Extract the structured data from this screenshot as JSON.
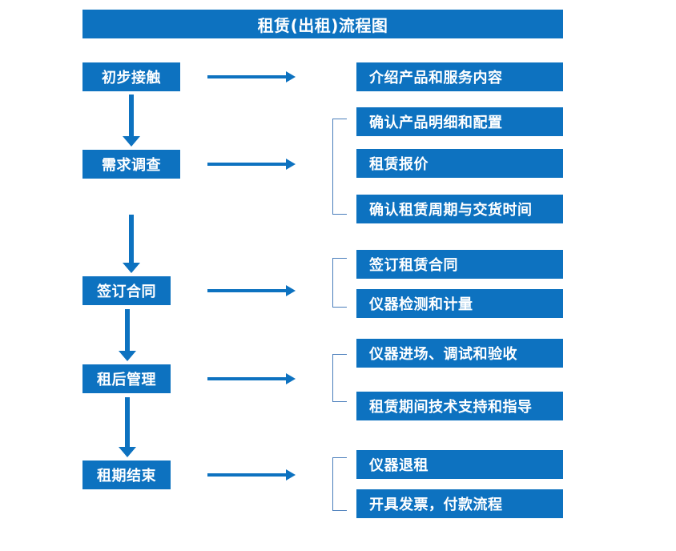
{
  "diagram": {
    "title": "租赁(出租)流程图",
    "colors": {
      "box_fill": "#0d72c0",
      "box_text": "#ffffff",
      "arrow": "#0d72c0",
      "bracket": "#4a7ebb",
      "background": "#ffffff"
    },
    "stages": [
      {
        "id": "stage-1",
        "label": "初步接触"
      },
      {
        "id": "stage-2",
        "label": "需求调查"
      },
      {
        "id": "stage-3",
        "label": "签订合同"
      },
      {
        "id": "stage-4",
        "label": "租后管理"
      },
      {
        "id": "stage-5",
        "label": "租期结束"
      }
    ],
    "groups": [
      {
        "id": "group-1",
        "stage": "初步接触",
        "bracketed": false,
        "items": [
          {
            "label": "介绍产品和服务内容"
          }
        ]
      },
      {
        "id": "group-2",
        "stage": "需求调查",
        "bracketed": true,
        "items": [
          {
            "label": "确认产品明细和配置"
          },
          {
            "label": "租赁报价"
          },
          {
            "label": "确认租赁周期与交货时间"
          }
        ]
      },
      {
        "id": "group-3",
        "stage": "签订合同",
        "bracketed": true,
        "items": [
          {
            "label": "签订租赁合同"
          },
          {
            "label": "仪器检测和计量"
          }
        ]
      },
      {
        "id": "group-4",
        "stage": "租后管理",
        "bracketed": true,
        "items": [
          {
            "label": "仪器进场、调试和验收"
          },
          {
            "label": "租赁期间技术支持和指导"
          }
        ]
      },
      {
        "id": "group-5",
        "stage": "租期结束",
        "bracketed": true,
        "items": [
          {
            "label": "仪器退租"
          },
          {
            "label": "开具发票，付款流程"
          }
        ]
      }
    ],
    "connectors": {
      "vertical_arrows": 4,
      "horizontal_arrows": 5,
      "vertical_arrow_name": "down-arrow-icon",
      "horizontal_arrow_name": "right-arrow-icon",
      "bracket_name": "bracket-icon"
    }
  }
}
